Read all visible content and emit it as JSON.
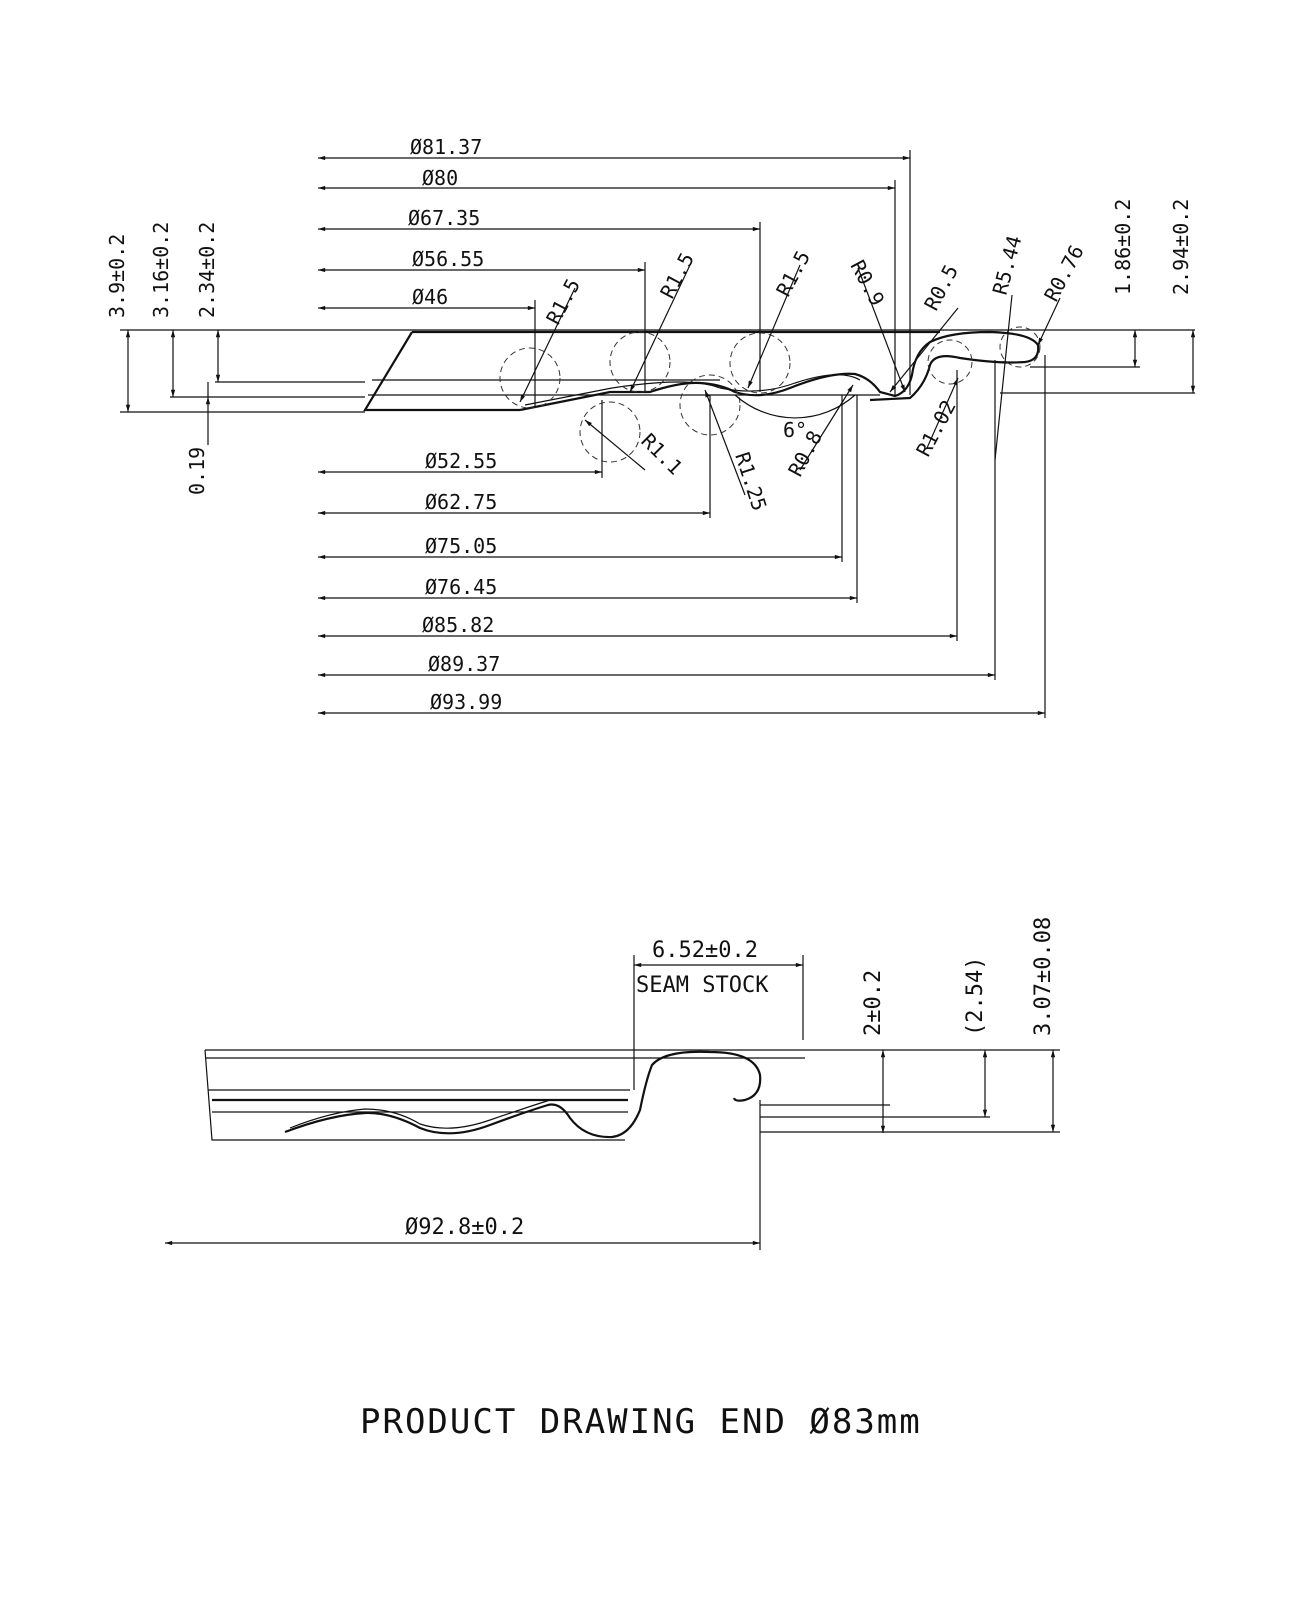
{
  "title": "PRODUCT DRAWING END Ø83mm",
  "top_view": {
    "diam_upper": [
      "Ø81.37",
      "Ø80",
      "Ø67.35",
      "Ø56.55",
      "Ø46"
    ],
    "diam_lower": [
      "Ø52.55",
      "Ø62.75",
      "Ø75.05",
      "Ø76.45",
      "Ø85.82",
      "Ø89.37",
      "Ø93.99"
    ],
    "radii": [
      "R1.5",
      "R1.5",
      "R1.5",
      "R0.9",
      "R0.5",
      "R5.44",
      "R0.76",
      "R1.1",
      "R1.25",
      "R0.8",
      "R1.02"
    ],
    "angle": "6°",
    "left_heights": [
      "3.9±0.2",
      "3.16±0.2",
      "2.34±0.2"
    ],
    "thickness": "0.19",
    "right_heights": [
      "1.86±0.2",
      "2.94±0.2"
    ]
  },
  "bottom_view": {
    "seam_dim": "6.52±0.2",
    "seam_label": "SEAM STOCK",
    "heights": [
      "2±0.2",
      "(2.54)",
      "3.07±0.08"
    ],
    "diameter": "Ø92.8±0.2"
  }
}
